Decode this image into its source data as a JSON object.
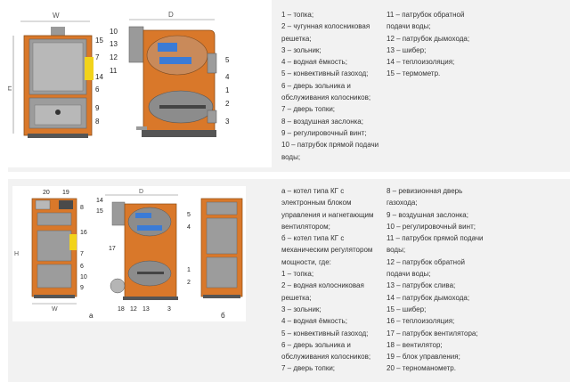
{
  "figure1": {
    "dim_w": "W",
    "dim_d": "D",
    "dim_h": "H",
    "callouts_left": [
      "15",
      "7",
      "14",
      "6",
      "9",
      "8"
    ],
    "callouts_top": [
      "10",
      "13",
      "12",
      "11"
    ],
    "callouts_right": [
      "5",
      "4",
      "1",
      "2",
      "3"
    ]
  },
  "legend1": {
    "col1": [
      "1 – топка;",
      "2 – чугунная колосниковая решетка;",
      "3 – зольник;",
      "4 – водная ёмкость;",
      "5 – конвективный газоход;",
      "6 – дверь зольника и обслуживания колосников;",
      "7 – дверь топки;",
      "8 – воздушная заслонка;",
      "9 – регулировочный винт;",
      "10 – патрубок прямой подачи воды;"
    ],
    "col2": [
      "11 – патрубок обратной подачи воды;",
      "12 – патрубок дымохода;",
      "13 – шибер;",
      "14 – теплоизоляция;",
      "15 – термометр."
    ]
  },
  "figure2": {
    "dim_w": "W",
    "dim_d": "D",
    "dim_h": "H",
    "label_a": "а",
    "label_b": "б",
    "callouts_top_left": [
      "20",
      "19"
    ],
    "callouts_left": [
      "8",
      "16",
      "7",
      "6",
      "10",
      "9"
    ],
    "callouts_front_left": [
      "14",
      "15",
      "17"
    ],
    "callouts_bottom": [
      "18",
      "12",
      "13",
      "3"
    ],
    "callouts_right": [
      "5",
      "4",
      "1",
      "2"
    ]
  },
  "legend2": {
    "col1": [
      "а – котел типа КГ с электронным блоком управления и нагнетающим вентилятором;",
      "б – котел типа КГ с механическим регулятором мощности, где:",
      "1 – топка;",
      "2 – водная колосниковая решетка;",
      "3 – зольник;",
      "4 – водная ёмкость;",
      "5 – конвективный газоход;",
      "6 – дверь зольника и обслуживания колосников;",
      "7 – дверь топки;"
    ],
    "col2": [
      "8 – ревизионная дверь газохода;",
      "9 – воздушная заслонка;",
      "10 – регулировочный винт;",
      "11 – патрубок прямой подачи воды;",
      "12 – патрубок обратной подачи воды;",
      "13 – патрубок слива;",
      "14 – патрубок дымохода;",
      "15 – шибер;",
      "16 – теплоизоляция;",
      "17 – патрубок вентилятора;",
      "18 – вентилятор;",
      "19 – блок управления;",
      "20 – терноманометр."
    ]
  },
  "colors": {
    "panel_bg": "#f2f2f2",
    "boiler_orange": "#d9782a",
    "boiler_orange_dark": "#b85f1c",
    "door_grey": "#8c8c8c",
    "door_grey_light": "#b5b5b5",
    "water_blue": "#3b7bd6",
    "flame_yellow": "#f2d31b",
    "text": "#333333"
  }
}
